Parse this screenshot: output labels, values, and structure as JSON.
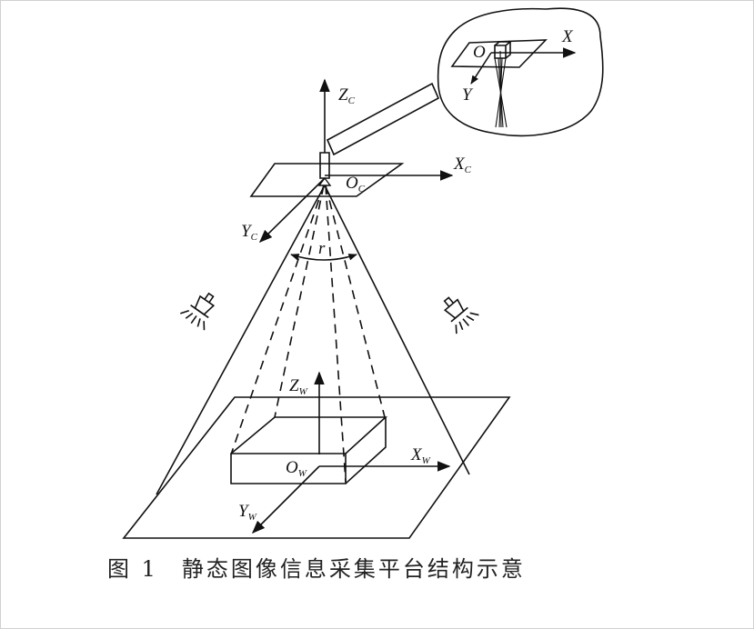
{
  "labels": {
    "zc": "Z",
    "zc_sub": "C",
    "xc": "X",
    "xc_sub": "C",
    "yc": "Y",
    "yc_sub": "C",
    "oc": "O",
    "oc_sub": "C",
    "r": "r",
    "zw": "Z",
    "zw_sub": "W",
    "xw": "X",
    "xw_sub": "W",
    "yw": "Y",
    "yw_sub": "W",
    "ow": "O",
    "ow_sub": "W",
    "inset_o": "O",
    "inset_x": "X",
    "inset_y": "Y"
  },
  "caption": {
    "number": "图 1",
    "text": "静态图像信息采集平台结构示意"
  },
  "colors": {
    "stroke": "#111111",
    "caption": "#222222"
  }
}
